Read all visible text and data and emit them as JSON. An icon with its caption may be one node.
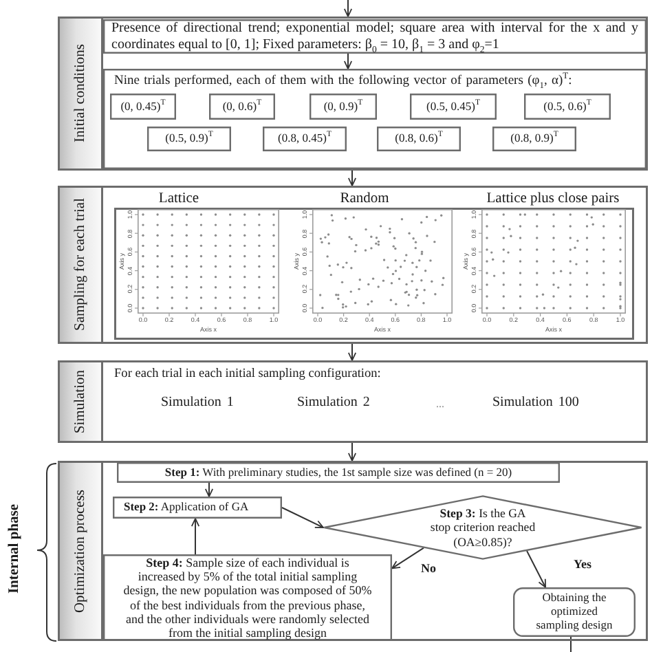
{
  "diagram": {
    "nodes": [
      {
        "text": [
          "Initial conditions"
        ]
      },
      {
        "text": [
          "Presence of directional trend; exponential model; square area with interval for the x and y coordinates equal to [0, 1]; Fixed parameters: β$_{0}$ = 10, β$_{1}$ = 3 and φ$_{2}$=1"
        ],
        "in": 0
      },
      {
        "text": [
          "Nine trials performed, each of them with the following vector of parameters (φ$_{1}$, α)$^{T}$:"
        ],
        "in": 0
      },
      {
        "text": [
          "(0, 0.45)$^{T}$"
        ],
        "in": 2
      },
      {
        "text": [
          "(0, 0.6)$^{T}$"
        ],
        "in": 2
      },
      {
        "text": [
          "(0, 0.9)$^{T}$"
        ],
        "in": 2
      },
      {
        "text": [
          "(0.5, 0.45)$^{T}$"
        ],
        "in": 2
      },
      {
        "text": [
          "(0.5, 0.6)$^{T}$"
        ],
        "in": 2
      },
      {
        "text": [
          "(0.5, 0.9)$^{T}$"
        ],
        "in": 2
      },
      {
        "text": [
          "(0.8, 0.45)$^{T}$"
        ],
        "in": 2
      },
      {
        "text": [
          "(0.8, 0.6)$^{T}$"
        ],
        "in": 2
      },
      {
        "text": [
          "(0.8, 0.9)$^{T}$"
        ],
        "in": 2
      },
      {
        "text": [
          "Sampling for each trial"
        ]
      },
      {
        "text": [
          "Simulation",
          "For each trial in each initial sampling configuration:",
          "Simulation 1",
          "Simulation 2",
          "...",
          "Simulation 100"
        ]
      },
      {
        "text": [
          "Optimization process"
        ]
      },
      {
        "text": [
          "**Step 1:** With preliminary studies, the 1st sample size was defined (n = 20)"
        ],
        "in": 14
      },
      {
        "text": [
          "**Step 2:** Application of GA"
        ],
        "in": 14
      },
      {
        "text": [
          "**Step 3:** Is the GA stop criterion reached (OA≥0.85)?"
        ],
        "in": 14
      },
      {
        "text": [
          "**Step 4:** Sample size of each individual is increased by 5% of the total initial sampling design, the new population was composed of 50% of the best individuals from the previous phase, and the other individuals were randomly selected from the initial sampling design"
        ],
        "in": 14
      },
      {
        "text": [
          "Obtaining the optimized sampling design"
        ],
        "in": 14
      }
    ],
    "edges": [
      {
        "from": null,
        "to": 0,
        "arrow": "to"
      },
      {
        "from": 1,
        "to": 2,
        "arrow": "to"
      },
      {
        "from": 0,
        "to": 12,
        "arrow": "to"
      },
      {
        "from": 12,
        "to": 13,
        "arrow": "to"
      },
      {
        "from": 13,
        "to": 14,
        "arrow": "to"
      },
      {
        "from": 15,
        "to": 16,
        "arrow": "to"
      },
      {
        "from": 16,
        "to": 17,
        "arrow": "to"
      },
      {
        "from": 17,
        "to": 18,
        "arrow": "to",
        "label": "No"
      },
      {
        "from": 17,
        "to": 19,
        "arrow": "to",
        "label": "Yes"
      },
      {
        "from": 18,
        "to": 16,
        "arrow": "to"
      },
      {
        "from": 19,
        "to": null,
        "arrow": "none"
      }
    ],
    "labels": [
      "Lattice",
      "Random",
      "Lattice plus close pairs",
      "Axis y",
      "1.0",
      "0.8",
      "0.6",
      "0.4",
      "0.2",
      "0.0",
      "0.0",
      "0.2",
      "0.4",
      "0.6",
      "0.8",
      "1.0",
      "Axis x",
      "Axis y",
      "1.0",
      "0.8",
      "0.6",
      "0.4",
      "0.2",
      "0.0",
      "0.0",
      "0.2",
      "0.4",
      "0.6",
      "0.8",
      "1.0",
      "Axis x",
      "Axis y",
      "1.0",
      "0.8",
      "0.6",
      "0.4",
      "0.2",
      "0.0",
      "0.0",
      "0.2",
      "0.4",
      "0.6",
      "0.8",
      "1.0",
      "Axis x",
      "Internal phase"
    ]
  }
}
